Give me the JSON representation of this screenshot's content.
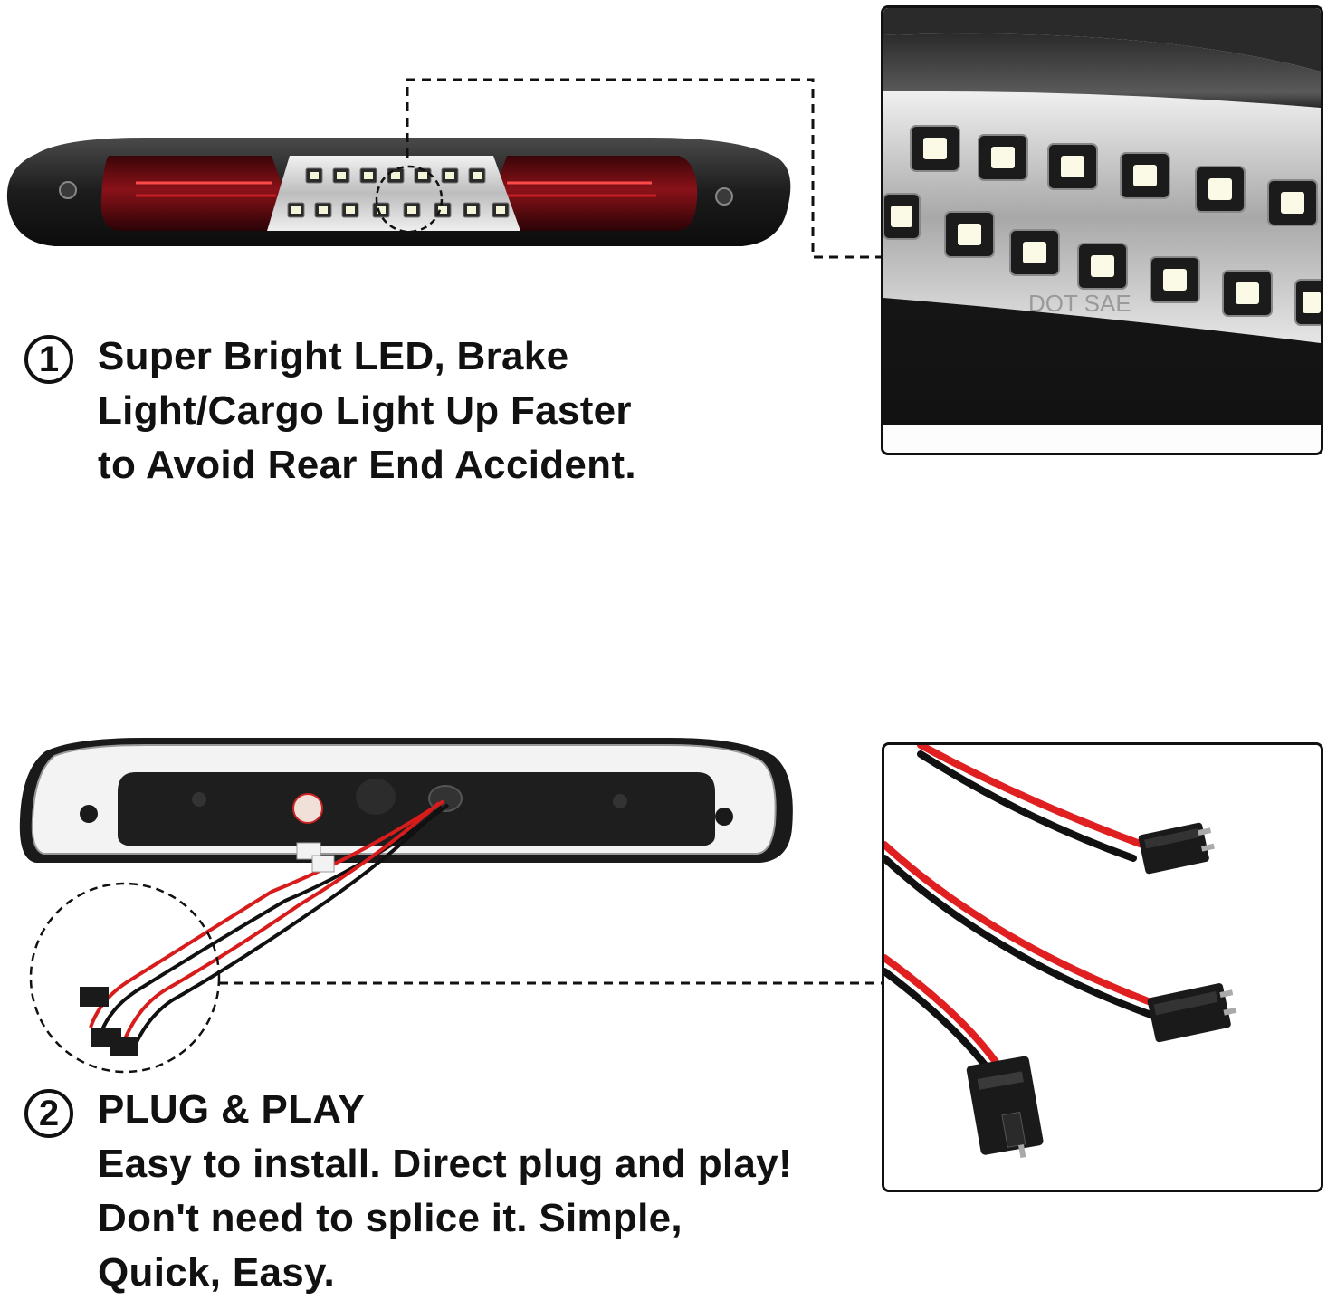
{
  "features": [
    {
      "number": "1",
      "lines": [
        "Super Bright LED, Brake",
        "Light/Cargo Light Up Faster",
        "to Avoid Rear End Accident."
      ]
    },
    {
      "number": "2",
      "lines": [
        "PLUG & PLAY",
        "Easy to install. Direct plug and play!",
        "Don't need to splice it. Simple,",
        "Quick, Easy."
      ]
    }
  ],
  "images": {
    "top_product": {
      "icon": "brake-light-front-image"
    },
    "top_zoom": {
      "icon": "led-closeup-image",
      "stamp": "DOT SAE"
    },
    "bottom_product": {
      "icon": "brake-light-back-image"
    },
    "bottom_zoom": {
      "icon": "connector-closeup-image"
    }
  },
  "colors": {
    "housing": "#1a1a1a",
    "lens_red": "#7a0f14",
    "wire_red": "#e02020",
    "wire_black": "#111111"
  }
}
